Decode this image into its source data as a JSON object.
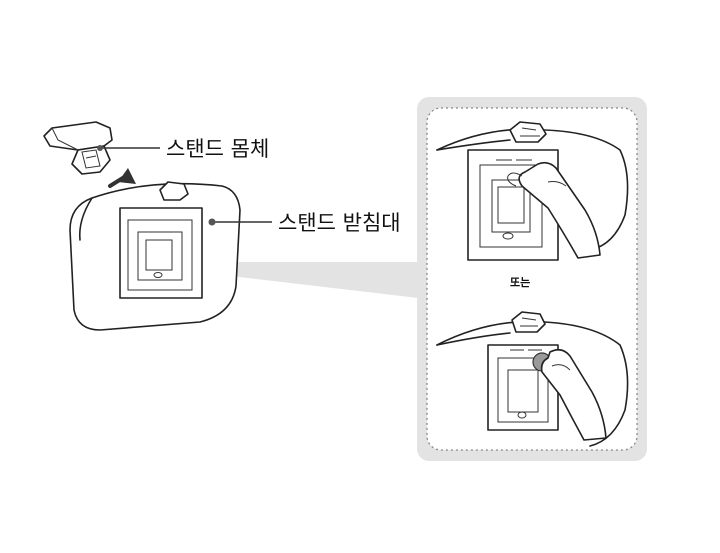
{
  "labels": {
    "stand_body": "스탠드 몸체",
    "stand_base": "스탠드 받침대",
    "or_text": "또는"
  },
  "colors": {
    "panel_bg": "#e3e3e3",
    "inset_bg": "#ffffff",
    "line": "#222222",
    "arrow": "#333333",
    "callout_dot": "#555555"
  },
  "icons": {
    "insert_arrow": "arrow-up-right-icon",
    "callout_dot": "bullet-icon"
  }
}
